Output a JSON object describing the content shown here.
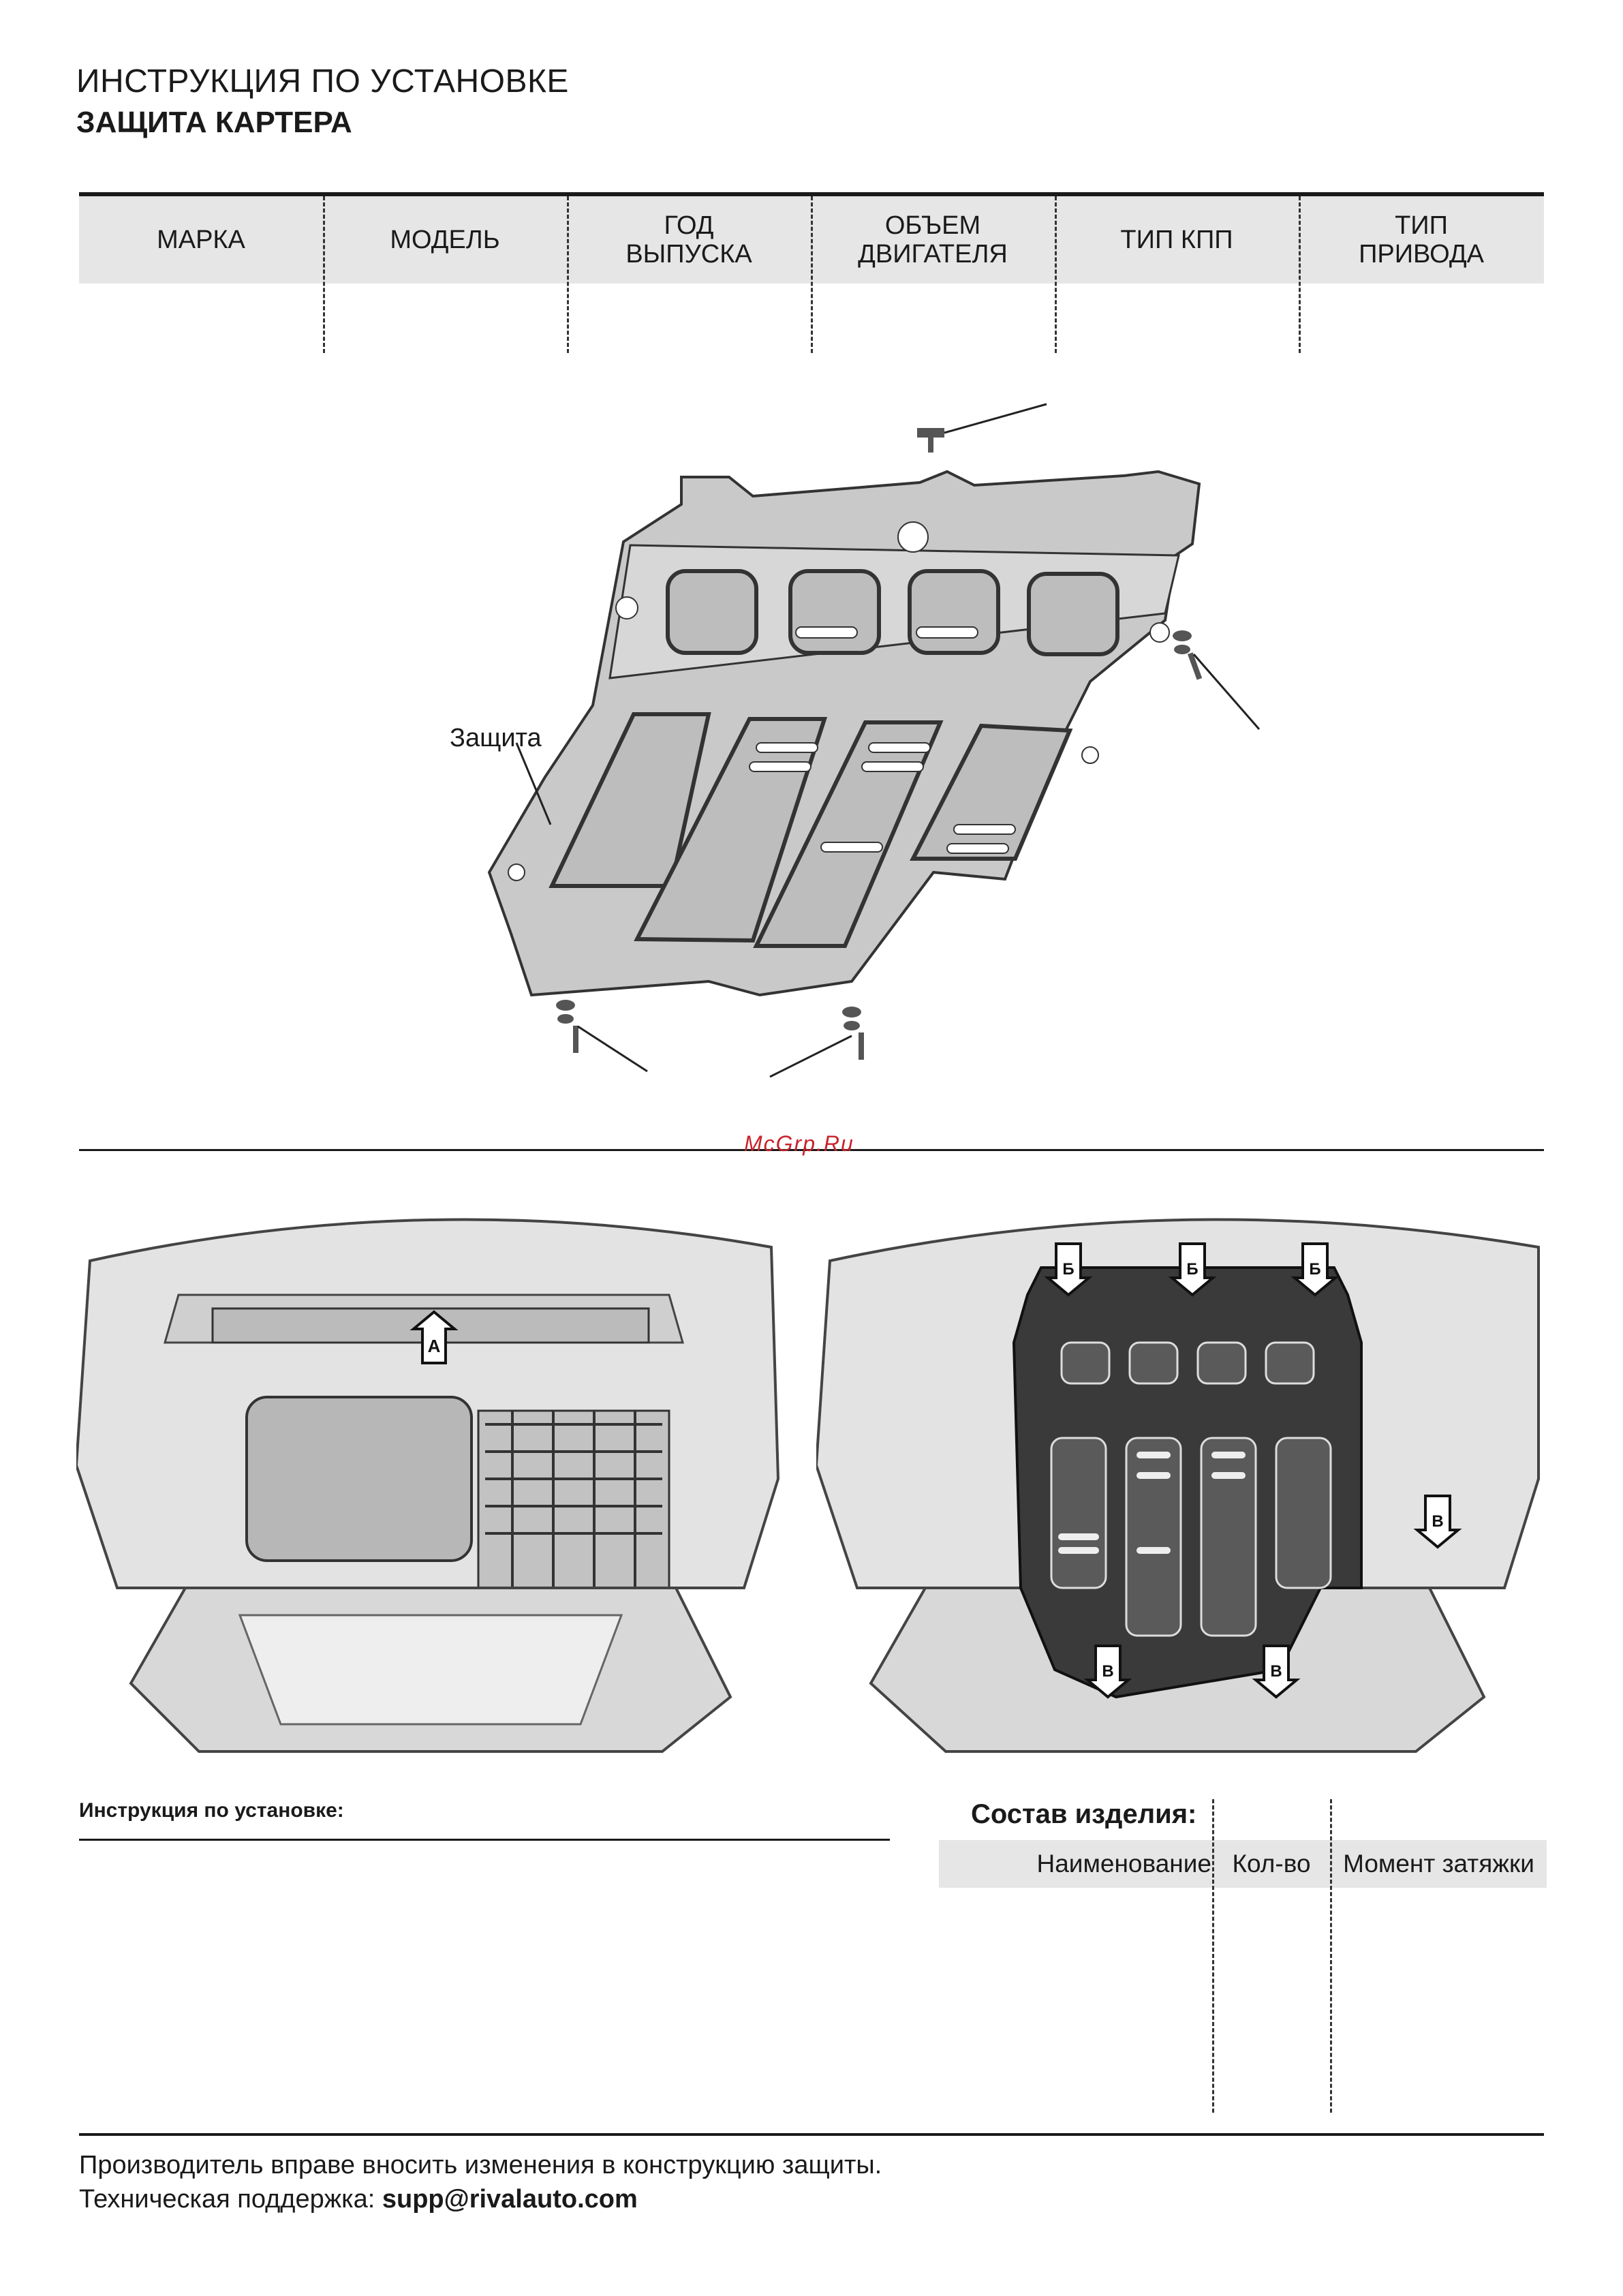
{
  "header": {
    "title_line1": "ИНСТРУКЦИЯ ПО УСТАНОВКЕ",
    "title_line2": "ЗАЩИТА КАРТЕРА"
  },
  "spec_table": {
    "columns": [
      "МАРКА",
      "МОДЕЛЬ",
      "ГОД\nВЫПУСКА",
      "ОБЪЕМ\nДВИГАТЕЛЯ",
      "ТИП КПП",
      "ТИП\nПРИВОДА"
    ]
  },
  "diagram": {
    "part_label": "Защита",
    "watermark": "McGrp.Ru"
  },
  "install_photos": {
    "left_markers": [
      "А"
    ],
    "right_markers": [
      "Б",
      "Б",
      "Б",
      "В",
      "В",
      "В"
    ]
  },
  "instructions": {
    "label": "Инструкция по установке:"
  },
  "composition": {
    "label": "Состав изделия:",
    "columns": [
      "Наименование",
      "Кол-во",
      "Момент затяжки"
    ]
  },
  "footer": {
    "note": "Производитель вправе вносить изменения в конструкцию защиты.",
    "support_label": "Техническая поддержка: ",
    "support_email": "supp@rivalauto.com"
  }
}
